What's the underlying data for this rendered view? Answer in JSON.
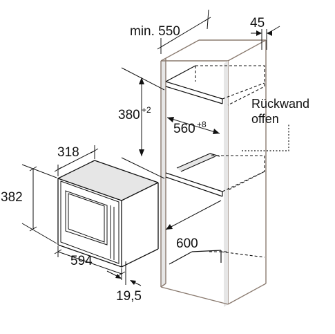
{
  "dimensions": {
    "cabinet_min_depth": "min. 550",
    "rear_gap": "45",
    "niche_height": "380",
    "niche_height_tolerance": "+2",
    "niche_width": "560",
    "niche_width_tolerance": "+8",
    "niche_depth": "600",
    "appliance_depth": "318",
    "appliance_height": "382",
    "appliance_width": "594",
    "front_offset": "19,5"
  },
  "notes": {
    "back_wall_line1": "Rückwand",
    "back_wall_line2": "offen"
  }
}
